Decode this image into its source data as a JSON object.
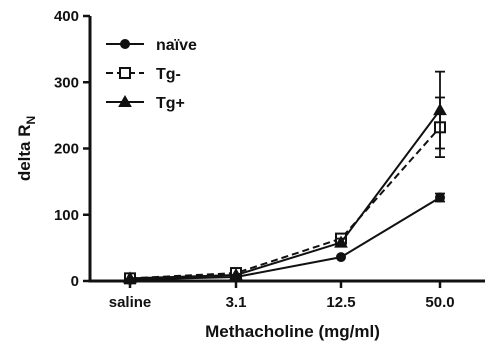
{
  "chart_data": {
    "type": "line",
    "title": "",
    "xlabel": "Methacholine (mg/ml)",
    "ylabel_main": "delta R",
    "ylabel_sub": "N",
    "categories": [
      "saline",
      "3.1",
      "12.5",
      "50.0"
    ],
    "ylim": [
      0,
      400
    ],
    "yticks": [
      0,
      100,
      200,
      300,
      400
    ],
    "legend_position": "top-left",
    "series": [
      {
        "name": "naïve",
        "marker": "circle",
        "line": "solid",
        "values": [
          2,
          6,
          36,
          126
        ],
        "errors": [
          1,
          2,
          3,
          6
        ]
      },
      {
        "name": "Tg-",
        "marker": "open-square",
        "line": "dashed",
        "values": [
          4,
          12,
          64,
          232
        ],
        "errors": [
          2,
          3,
          7,
          45
        ]
      },
      {
        "name": "Tg+",
        "marker": "triangle",
        "line": "solid",
        "values": [
          4,
          9,
          58,
          258
        ],
        "errors": [
          2,
          3,
          6,
          58
        ]
      }
    ]
  }
}
